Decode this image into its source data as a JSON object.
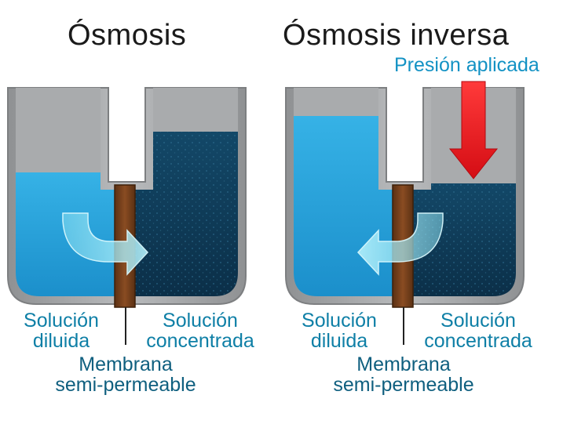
{
  "panels": [
    {
      "title": "Ósmosis",
      "labels": {
        "dilute_line1": "Solución",
        "dilute_line2": "diluida",
        "concentrated_line1": "Solución",
        "concentrated_line2": "concentrada",
        "membrane_line1": "Membrana",
        "membrane_line2": "semi-permeable"
      },
      "flow_direction": "dilute-to-concentrated",
      "higher_level_side": "concentrated"
    },
    {
      "title": "Ósmosis inversa",
      "pressure_label": "Presión aplicada",
      "labels": {
        "dilute_line1": "Solución",
        "dilute_line2": "diluida",
        "concentrated_line1": "Solución",
        "concentrated_line2": "concentrada",
        "membrane_line1": "Membrana",
        "membrane_line2": "semi-permeable"
      },
      "flow_direction": "concentrated-to-dilute",
      "higher_level_side": "dilute"
    }
  ],
  "colors": {
    "dilute_water": "#2aa6dd",
    "concentrated_water": "#0f3f5f",
    "container_gray": "#a4a6a8",
    "membrane": "#6b3a19",
    "flow_arrow": "#8fe3f3",
    "pressure_arrow": "#e4141c",
    "label_text": "#0e7fa6"
  }
}
